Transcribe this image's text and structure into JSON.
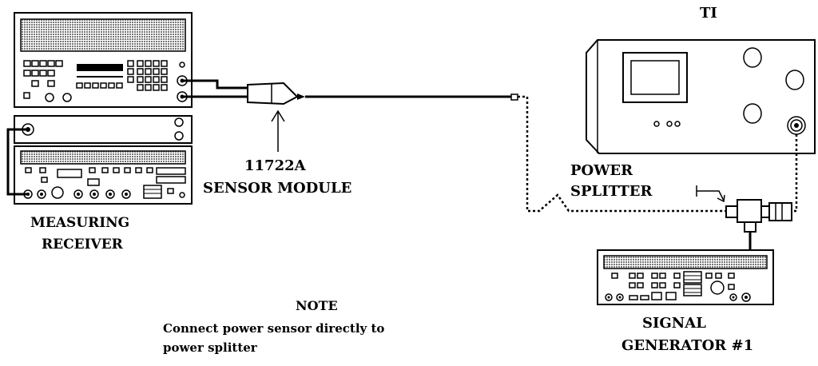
{
  "labels": {
    "ti": "TI",
    "sensor_model": "11722A",
    "sensor_name": "SENSOR MODULE",
    "power_splitter_line1": "POWER",
    "power_splitter_line2": "SPLITTER",
    "measuring_receiver_line1": "MEASURING",
    "measuring_receiver_line2": "RECEIVER",
    "signal_generator_line1": "SIGNAL",
    "signal_generator_line2": "GENERATOR #1",
    "note_title": "NOTE",
    "note_line1": "Connect power sensor directly to",
    "note_line2": "power splitter"
  },
  "colors": {
    "line": "#000000",
    "panel_gray": "#9a9a9a",
    "background": "#ffffff"
  }
}
